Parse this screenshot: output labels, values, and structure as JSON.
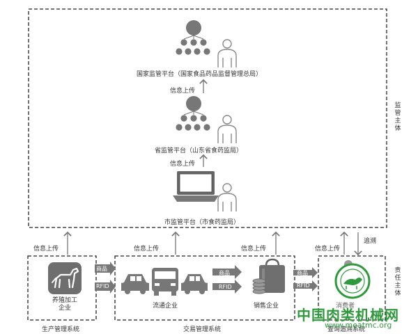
{
  "supervision": {
    "national_label": "国家监管平台（国家食品药品监督管理总局）",
    "provincial_label": "省监管平台（山东省食药监局）",
    "city_label": "市监管平台（市食药监局）",
    "upload_1": "信息上传",
    "upload_2": "信息上传",
    "side_label": "监管主体"
  },
  "bottom": {
    "upload_a": "信息上传",
    "upload_b": "信息上传",
    "upload_c": "信息上传",
    "upload_d": "信息上传",
    "trace_label": "追溯",
    "side_label": "责任主体",
    "production_system": "生产管理系统",
    "trading_system": "交易管理系统",
    "query_system": "查询追溯系统"
  },
  "entities": {
    "breeding": "养殖加工企业",
    "circulation": "流通企业",
    "sales": "销售企业",
    "consumer": "消费者"
  },
  "flows": {
    "arrow1_goods": "商品",
    "arrow1_rfid": "RFID",
    "arrow2_goods": "商品",
    "arrow2_rfid": "RFID",
    "arrow3_goods": "商品",
    "arrow3_rfid": "RFID"
  },
  "watermark": {
    "title": "中国肉类机械网",
    "url": "www.meatmc.org"
  },
  "icons": [
    "org-hierarchy-icon",
    "person-icon",
    "laptop-icon",
    "horse-icon",
    "car-icon",
    "bus-icon",
    "shopping-bag-icon",
    "coins-icon",
    "logo-seal"
  ]
}
